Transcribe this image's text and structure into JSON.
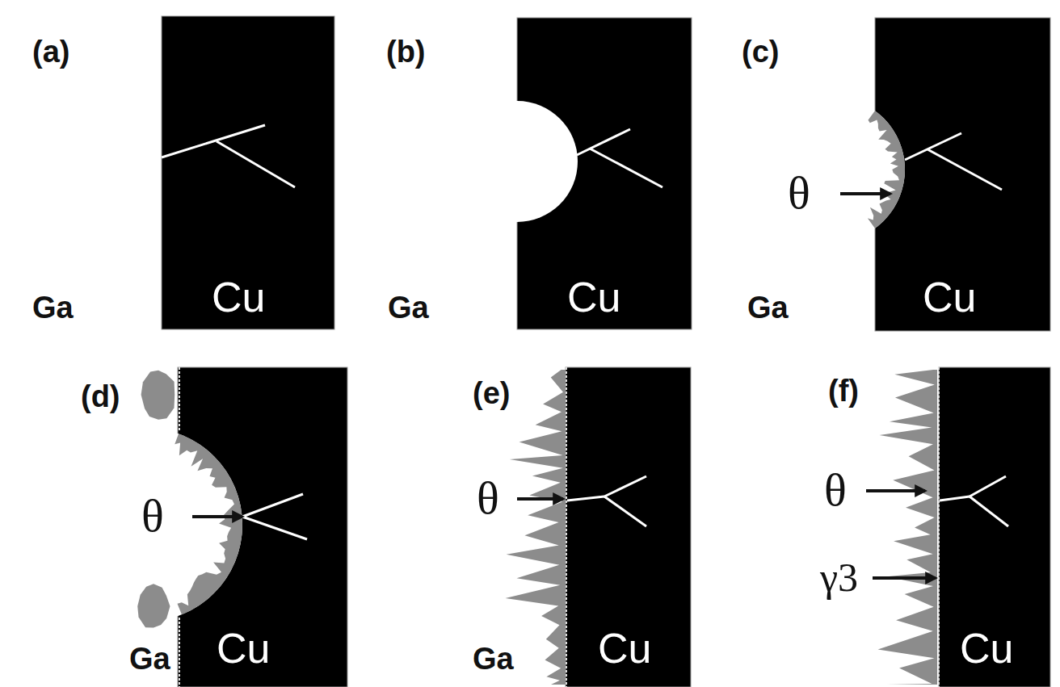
{
  "diagram": {
    "labels": [
      "(a)",
      "Ga",
      "Cu",
      "(b)",
      "Ga",
      "Cu",
      "(c)",
      "θ",
      "Ga",
      "Cu",
      "(d)",
      "θ",
      "Ga",
      "Cu",
      "(e)",
      "θ",
      "Ga",
      "Cu",
      "(f)",
      "θ",
      "γ3",
      "Cu"
    ]
  }
}
